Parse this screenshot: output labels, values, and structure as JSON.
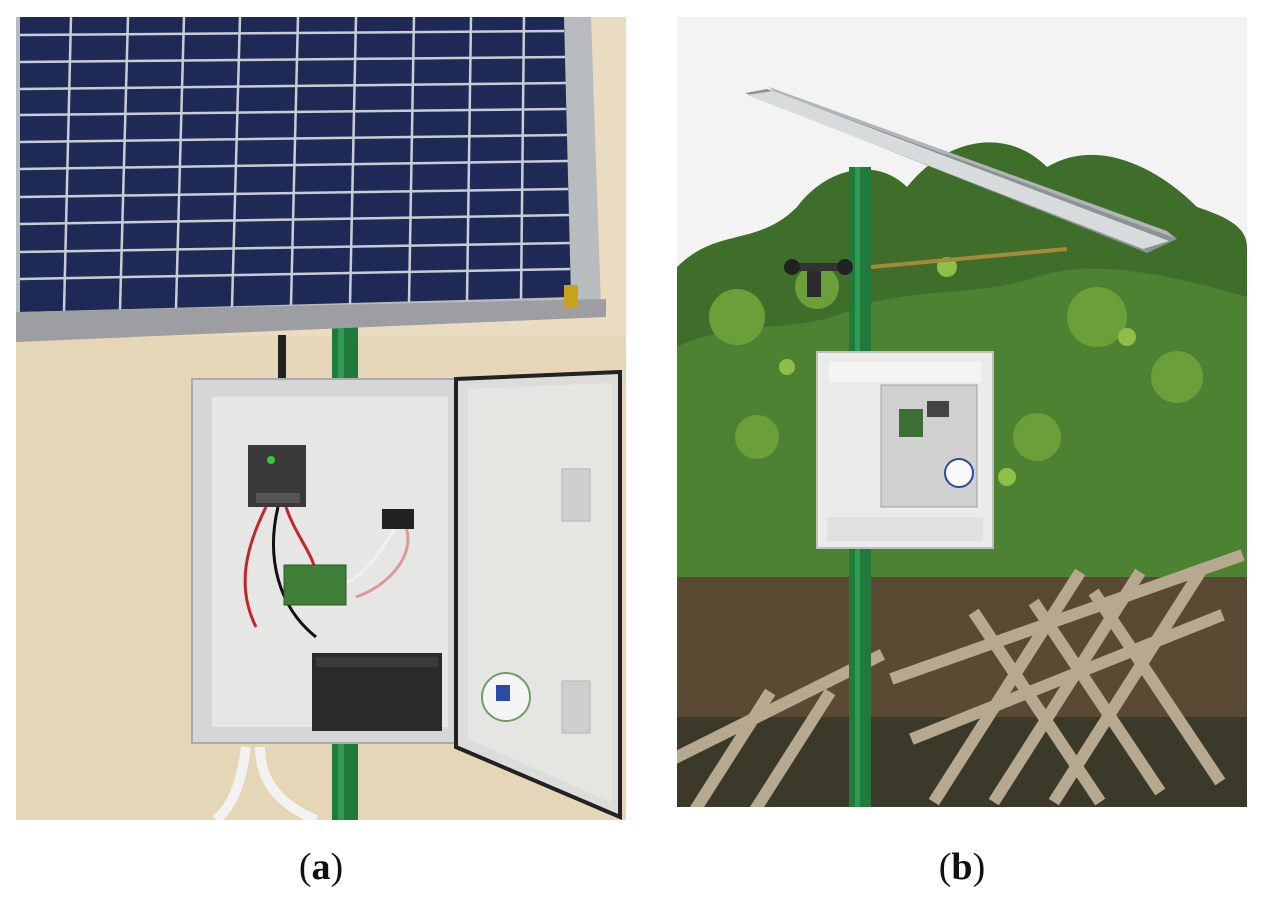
{
  "figure": {
    "panels": [
      {
        "id": "a",
        "caption_letter": "a"
      },
      {
        "id": "b",
        "caption_letter": "b"
      }
    ],
    "paren_open": "(",
    "paren_close": ")"
  },
  "colors": {
    "solar_cell": "#1e2a55",
    "panel_frame": "#b9bcbf",
    "wall": "#e9dcc0",
    "enclosure": "#e6e6e4",
    "pole_green": "#1f7a3c",
    "foliage": "#3f6e2a",
    "sky": "#f3f3f3"
  }
}
